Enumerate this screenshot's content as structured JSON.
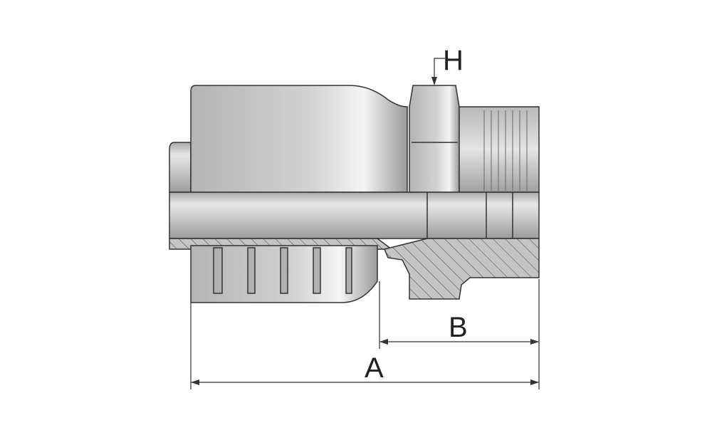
{
  "drawing": {
    "labels": {
      "hex": "H",
      "dimension_b": "B",
      "dimension_a": "A"
    },
    "colors": {
      "line": "#333333",
      "metal_light": "#f2f2f2",
      "metal_mid": "#c8c8c8",
      "metal_dark": "#9a9a9a",
      "hatch": "#555555"
    }
  }
}
